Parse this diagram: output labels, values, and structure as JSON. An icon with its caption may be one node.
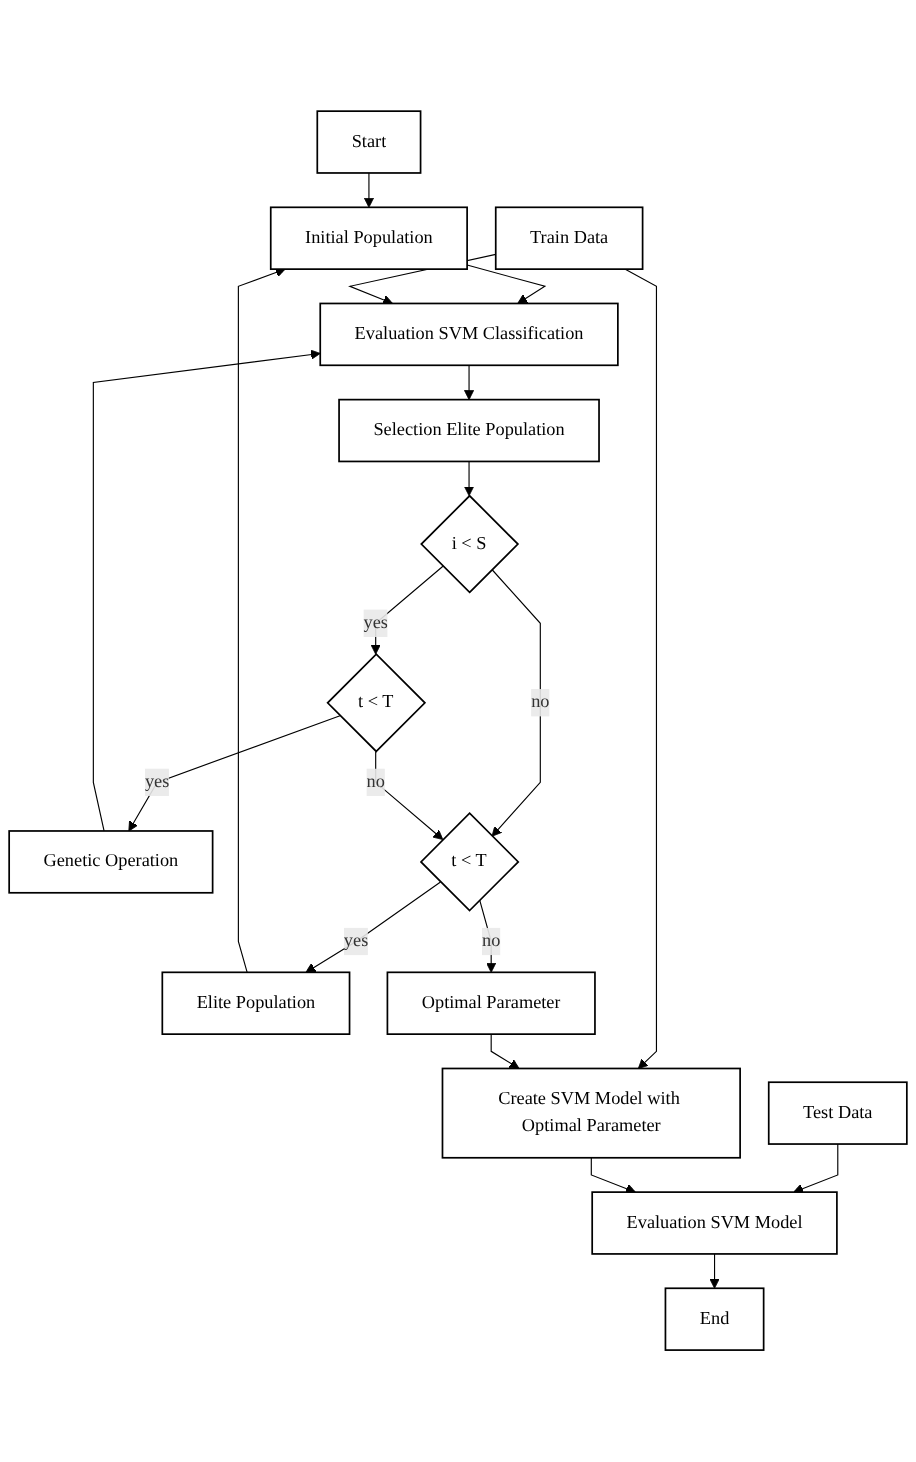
{
  "diagram": {
    "nodes": [
      {
        "text": [
          "Train Data"
        ]
      },
      {
        "text": [
          "Test Data"
        ]
      },
      {
        "text": [
          "Start"
        ]
      },
      {
        "text": [
          "Initial Population"
        ]
      },
      {
        "text": [
          "Evaluation SVM Classification"
        ]
      },
      {
        "text": [
          "Genetic Operation"
        ]
      },
      {
        "text": [
          "Elite Population"
        ]
      },
      {
        "text": [
          "Selection Elite Population"
        ]
      },
      {
        "text": [
          "i < S"
        ]
      },
      {
        "text": [
          "t < T"
        ]
      },
      {
        "text": [
          "t < T"
        ]
      },
      {
        "text": [
          "Optimal Parameter"
        ]
      },
      {
        "text": [
          "Create SVM Model with Optimal Parameter"
        ]
      },
      {
        "text": [
          "Evaluation SVM Model"
        ]
      },
      {
        "text": [
          "End"
        ]
      }
    ],
    "edges": [
      {
        "from": 2,
        "to": 3,
        "arrow": "to"
      },
      {
        "from": 3,
        "to": 4,
        "arrow": "to"
      },
      {
        "from": 0,
        "to": 4,
        "arrow": "to"
      },
      {
        "from": 0,
        "to": 12,
        "arrow": "to"
      },
      {
        "from": 1,
        "to": 13,
        "arrow": "to"
      },
      {
        "from": 4,
        "to": 7,
        "arrow": "to"
      },
      {
        "from": 7,
        "to": 8,
        "arrow": "to"
      },
      {
        "from": 8,
        "to": 9,
        "arrow": "to",
        "label": "yes"
      },
      {
        "from": 8,
        "to": 10,
        "arrow": "to",
        "label": "no"
      },
      {
        "from": 9,
        "to": 5,
        "arrow": "to",
        "label": "yes"
      },
      {
        "from": 9,
        "to": 10,
        "arrow": "to",
        "label": "no"
      },
      {
        "from": 10,
        "to": 6,
        "arrow": "to",
        "label": "yes"
      },
      {
        "from": 10,
        "to": 11,
        "arrow": "to",
        "label": "no"
      },
      {
        "from": 5,
        "to": 4,
        "arrow": "to"
      },
      {
        "from": 6,
        "to": 3,
        "arrow": "to"
      },
      {
        "from": 11,
        "to": 12,
        "arrow": "to"
      },
      {
        "from": 12,
        "to": 13,
        "arrow": "to"
      },
      {
        "from": 13,
        "to": 14,
        "arrow": "to"
      }
    ]
  }
}
